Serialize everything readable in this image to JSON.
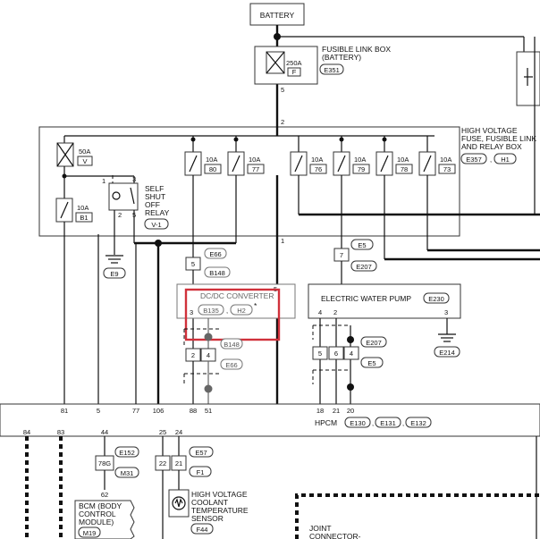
{
  "battery": {
    "label": "BATTERY"
  },
  "fusible_link_box": {
    "title_line1": "FUSIBLE LINK BOX",
    "title_line2": "(BATTERY)",
    "connector": "E351",
    "fuse_rating": "250A",
    "fuse_code": "F",
    "terminal": "5"
  },
  "hv_box": {
    "title_line1": "HIGH VOLTAGE",
    "title_line2": "FUSE, FUSIBLE LINK",
    "title_line3": "AND RELAY BOX",
    "connector_a": "E357",
    "connector_b": "H1",
    "terminal_in": "2",
    "terminal_out": "1",
    "link_rating": "50A",
    "link_code": "V",
    "fuse_b1_rating": "10A",
    "fuse_b1_code": "B1",
    "fuses": [
      {
        "rating": "10A",
        "code": "80"
      },
      {
        "rating": "10A",
        "code": "77"
      },
      {
        "rating": "10A",
        "code": "76"
      },
      {
        "rating": "10A",
        "code": "79"
      },
      {
        "rating": "10A",
        "code": "78"
      },
      {
        "rating": "10A",
        "code": "73"
      }
    ],
    "relay_label_1": "SELF",
    "relay_label_2": "SHUT",
    "relay_label_3": "OFF",
    "relay_label_4": "RELAY",
    "relay_connector": "V-1",
    "relay_pins": [
      "1",
      "2",
      "3",
      "5"
    ]
  },
  "ground_e9": {
    "connector": "E9"
  },
  "ground_e214": {
    "connector": "E214",
    "terminal": "3"
  },
  "connector_e66_upper": {
    "connector": "E66",
    "pin": "5"
  },
  "connector_b148_upper": {
    "connector": "B148"
  },
  "connector_e5_upper": {
    "connector": "E5",
    "pin": "7"
  },
  "connector_e207_upper": {
    "connector": "E207"
  },
  "dcdc": {
    "title": "DC/DC CONVERTER",
    "connector_a": "B135",
    "connector_b": "H2",
    "asterisk": "*",
    "pin_left": "3",
    "pin_right": "5"
  },
  "water_pump": {
    "title": "ELECTRIC WATER PUMP",
    "connector": "E230",
    "pin_a": "4",
    "pin_b": "2"
  },
  "connector_b148_lower": {
    "connector": "B148",
    "pins": [
      "2",
      "4"
    ]
  },
  "connector_e66_lower": {
    "connector": "E66"
  },
  "connector_e207_lower": {
    "connector": "E207",
    "pins": [
      "5",
      "6",
      "4"
    ]
  },
  "connector_e5_lower": {
    "connector": "E5"
  },
  "hpcm": {
    "label": "HPCM",
    "connectors": [
      "E130",
      "E131",
      "E132"
    ],
    "pins_top": [
      "81",
      "5",
      "77",
      "106",
      "88",
      "51",
      "18",
      "21",
      "20"
    ],
    "pins_bottom": [
      "84",
      "83",
      "44",
      "25",
      "24"
    ]
  },
  "e152_block": {
    "connector_a": "E152",
    "code": "78G",
    "connector_b": "M31"
  },
  "e57_block": {
    "connector_a": "E57",
    "pin_a": "22",
    "pin_b": "21",
    "connector_b": "F1"
  },
  "bcm": {
    "pin": "62",
    "line1": "BCM (BODY",
    "line2": "CONTROL",
    "line3": "MODULE)",
    "connector": "M19"
  },
  "coolant_sensor": {
    "line1": "HIGH VOLTAGE",
    "line2": "COOLANT",
    "line3": "TEMPERATURE",
    "line4": "SENSOR",
    "connector": "F44"
  },
  "joint_connector": {
    "line1": "JOINT",
    "line2": "CONNECTOR-"
  },
  "highlight_color": "#d0313b"
}
